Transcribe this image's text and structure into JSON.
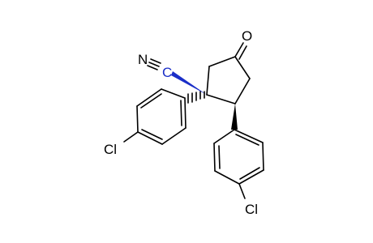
{
  "molecule": {
    "atoms": {
      "oxygen": "O",
      "nitrogen": "N",
      "chlorine_left": "Cl",
      "chlorine_right": "Cl"
    },
    "colors": {
      "bond": "#000000",
      "nitrile_carbon": "#1a2ec8",
      "text": "#000000"
    }
  }
}
